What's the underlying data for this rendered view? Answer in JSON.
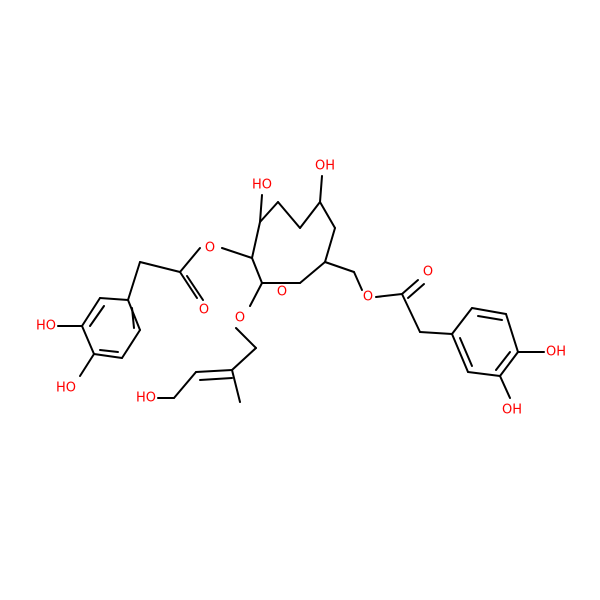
{
  "colors": {
    "carbon_bond": "#000000",
    "heteroatom": "#ff0000",
    "background": "#ffffff"
  },
  "atoms": {
    "oh_top_left": "HO",
    "oh_top_right": "OH",
    "o_ester_left": "O",
    "o_carbonyl_left": "O",
    "o_ring": "O",
    "o_glycoside": "O",
    "o_ester_right": "O",
    "o_carbonyl_right": "O",
    "ho_left_ring_upper": "HO",
    "ho_left_ring_lower": "HO",
    "ho_butenyl": "HO",
    "oh_right_ring_para": "OH",
    "oh_right_ring_meta": "OH"
  }
}
